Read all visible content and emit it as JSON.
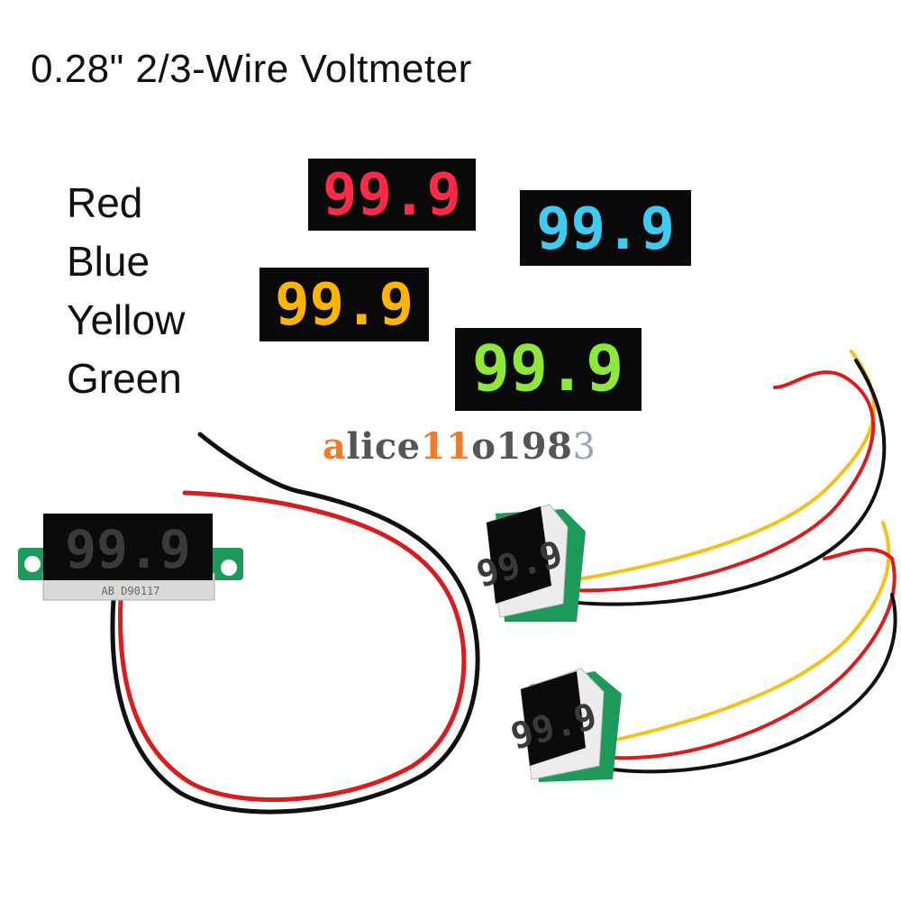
{
  "title": "0.28\" 2/3-Wire Voltmeter",
  "color_options": [
    "Red",
    "Blue",
    "Yellow",
    "Green"
  ],
  "display_reading": "99.9",
  "board_marking": "AB D90117",
  "watermark": {
    "p1": "a",
    "p2": "lice",
    "p3": "11",
    "p4": "o198",
    "p5": "3"
  },
  "colors": {
    "red": "#ff2a4a",
    "blue": "#3ecbf2",
    "yellow": "#ffb400",
    "green": "#8ee83c",
    "pcb": "#1d9a5a",
    "wire_red": "#d71d1d",
    "wire_black": "#111111",
    "wire_yellow": "#f3c21a"
  }
}
